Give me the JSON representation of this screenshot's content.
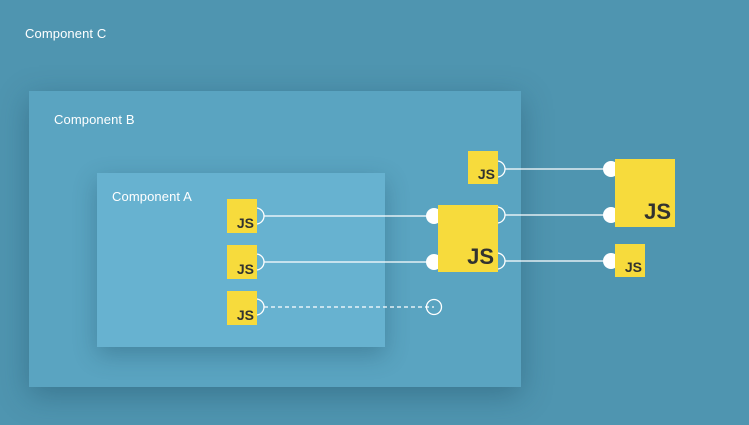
{
  "components": {
    "c": {
      "label": "Component C"
    },
    "b": {
      "label": "Component B"
    },
    "a": {
      "label": "Component A"
    }
  },
  "module_label": "JS",
  "colors": {
    "background": "#4f95b0",
    "component_b": "#5aa4c1",
    "component_a": "#67b2d0",
    "js_badge": "#f7db3c",
    "js_text": "#323330",
    "wire": "#ffffff"
  }
}
